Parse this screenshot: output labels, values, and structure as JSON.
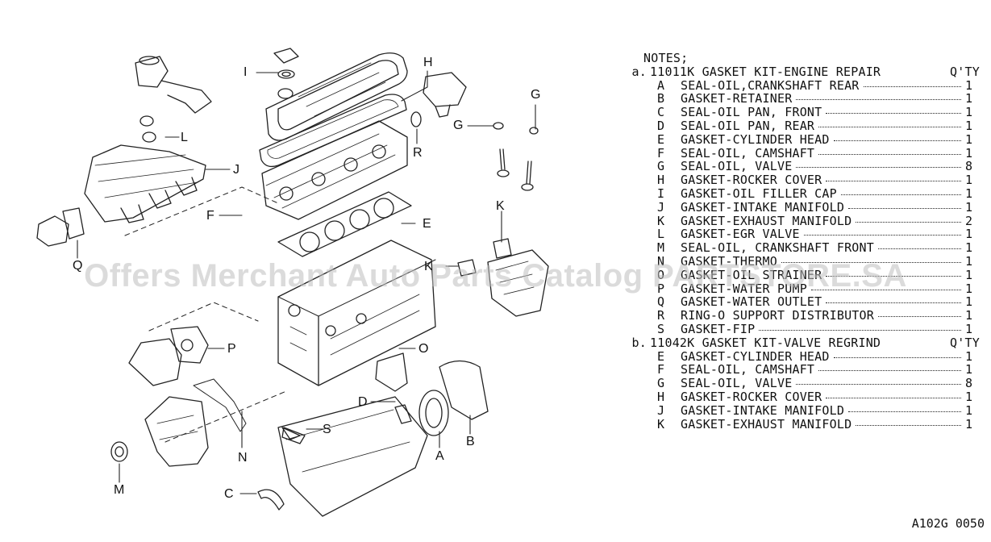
{
  "callouts": {
    "I": "I",
    "H": "H",
    "G1": "G",
    "G2": "G",
    "R": "R",
    "L": "L",
    "J": "J",
    "F": "F",
    "E": "E",
    "K1": "K",
    "K2": "K",
    "Q": "Q",
    "P": "P",
    "O": "O",
    "D": "D",
    "S": "S",
    "A": "A",
    "B": "B",
    "N": "N",
    "M": "M",
    "C": "C"
  },
  "notes": {
    "title": "NOTES;",
    "qty_header": "Q'TY",
    "kit_a": {
      "prefix": "a.",
      "title": "11011K GASKET KIT-ENGINE REPAIR",
      "items": [
        {
          "code": "A",
          "desc": "SEAL-OIL,CRANKSHAFT REAR",
          "qty": "1"
        },
        {
          "code": "B",
          "desc": "GASKET-RETAINER",
          "qty": "1"
        },
        {
          "code": "C",
          "desc": "SEAL-OIL PAN, FRONT",
          "qty": "1"
        },
        {
          "code": "D",
          "desc": "SEAL-OIL PAN, REAR",
          "qty": "1"
        },
        {
          "code": "E",
          "desc": "GASKET-CYLINDER HEAD",
          "qty": "1"
        },
        {
          "code": "F",
          "desc": "SEAL-OIL, CAMSHAFT",
          "qty": "1"
        },
        {
          "code": "G",
          "desc": "SEAL-OIL, VALVE",
          "qty": "8"
        },
        {
          "code": "H",
          "desc": "GASKET-ROCKER COVER",
          "qty": "1"
        },
        {
          "code": "I",
          "desc": "GASKET-OIL FILLER CAP",
          "qty": "1"
        },
        {
          "code": "J",
          "desc": "GASKET-INTAKE MANIFOLD",
          "qty": "1"
        },
        {
          "code": "K",
          "desc": "GASKET-EXHAUST MANIFOLD",
          "qty": "2"
        },
        {
          "code": "L",
          "desc": "GASKET-EGR VALVE",
          "qty": "1"
        },
        {
          "code": "M",
          "desc": "SEAL-OIL, CRANKSHAFT FRONT",
          "qty": "1"
        },
        {
          "code": "N",
          "desc": "GASKET-THERMO",
          "qty": "1"
        },
        {
          "code": "O",
          "desc": "GASKET-OIL STRAINER",
          "qty": "1"
        },
        {
          "code": "P",
          "desc": "GASKET-WATER PUMP",
          "qty": "1"
        },
        {
          "code": "Q",
          "desc": "GASKET-WATER OUTLET",
          "qty": "1"
        },
        {
          "code": "R",
          "desc": "RING-O SUPPORT DISTRIBUTOR",
          "qty": "1"
        },
        {
          "code": "S",
          "desc": "GASKET-FIP",
          "qty": "1"
        }
      ]
    },
    "kit_b": {
      "prefix": "b.",
      "title": "11042K GASKET KIT-VALVE REGRIND",
      "items": [
        {
          "code": "E",
          "desc": "GASKET-CYLINDER HEAD",
          "qty": "1"
        },
        {
          "code": "F",
          "desc": "SEAL-OIL, CAMSHAFT",
          "qty": "1"
        },
        {
          "code": "G",
          "desc": "SEAL-OIL, VALVE",
          "qty": "8"
        },
        {
          "code": "H",
          "desc": "GASKET-ROCKER COVER",
          "qty": "1"
        },
        {
          "code": "J",
          "desc": "GASKET-INTAKE MANIFOLD",
          "qty": "1"
        },
        {
          "code": "K",
          "desc": "GASKET-EXHAUST MANIFOLD",
          "qty": "1"
        }
      ]
    }
  },
  "watermark": "Offers Merchant Auto Parts Catalog PARTSTORE.SA",
  "ref_code": "A102G 0050"
}
